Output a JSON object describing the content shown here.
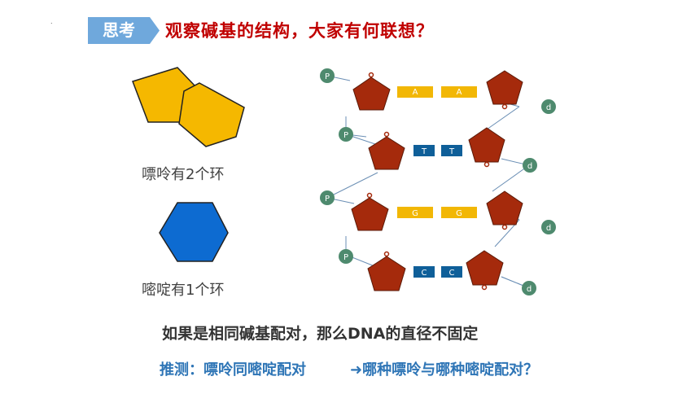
{
  "header": {
    "tag_label": "思考",
    "question": "观察碱基的结构，大家有何联想？"
  },
  "purine": {
    "caption": "嘌呤有2个环",
    "color": "#f5b800"
  },
  "pyrimidine": {
    "caption": "嘧啶有1个环",
    "color": "#0d6bd1"
  },
  "dna": {
    "phosphate_label": "P",
    "sugar_label": "d",
    "pairs": [
      {
        "left": "A",
        "right": "A",
        "color": "#f2b705"
      },
      {
        "left": "T",
        "right": "T",
        "color": "#0f5f99"
      },
      {
        "left": "G",
        "right": "G",
        "color": "#f2b705"
      },
      {
        "left": "C",
        "right": "C",
        "color": "#0f5f99"
      }
    ],
    "sugar_color": "#a52a0c",
    "phosphate_color": "#4e8a6e"
  },
  "statement": "如果是相同碱基配对，那么DNA的直径不固定",
  "conclusion": {
    "guess": "推测：嘌呤同嘧啶配对",
    "question": "➜哪种嘌呤与哪种嘧啶配对？"
  }
}
